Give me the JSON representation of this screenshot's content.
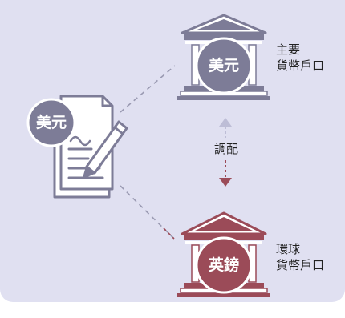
{
  "document": {
    "label": "美元"
  },
  "top_bank": {
    "currency": "美元",
    "title_line1": "主要",
    "title_line2": "貨幣戶口"
  },
  "bottom_bank": {
    "currency": "英鎊",
    "title_line1": "環球",
    "title_line2": "貨幣戶口"
  },
  "link": {
    "label": "調配"
  },
  "colors": {
    "background": "#e0e0f1",
    "slate": "#7d7c97",
    "maroon": "#9b4b58",
    "line": "#8a8aa0"
  }
}
